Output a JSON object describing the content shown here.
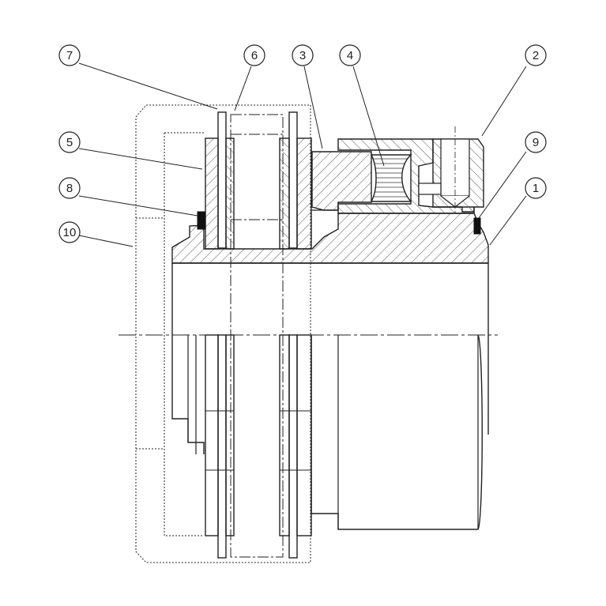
{
  "colors": {
    "ink": "#222222",
    "hatch": "#555555",
    "seal": "#111111",
    "background": "#ffffff"
  },
  "callouts": [
    {
      "id": "c7",
      "label": "7"
    },
    {
      "id": "c6",
      "label": "6"
    },
    {
      "id": "c3",
      "label": "3"
    },
    {
      "id": "c4",
      "label": "4"
    },
    {
      "id": "c2",
      "label": "2"
    },
    {
      "id": "c5",
      "label": "5"
    },
    {
      "id": "c9",
      "label": "9"
    },
    {
      "id": "c8",
      "label": "8"
    },
    {
      "id": "c1",
      "label": "1"
    },
    {
      "id": "c10",
      "label": "10"
    }
  ]
}
